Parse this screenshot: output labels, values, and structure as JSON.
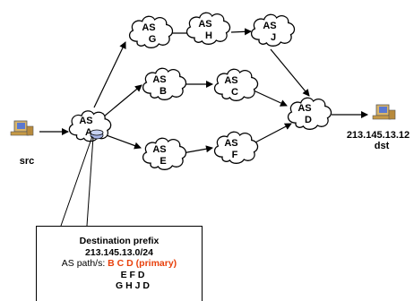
{
  "nodes": {
    "A": {
      "line1": "AS",
      "line2": "A"
    },
    "G": {
      "line1": "AS",
      "line2": "G"
    },
    "H": {
      "line1": "AS",
      "line2": "H"
    },
    "J": {
      "line1": "AS",
      "line2": "J"
    },
    "B": {
      "line1": "AS",
      "line2": "B"
    },
    "C": {
      "line1": "AS",
      "line2": "C"
    },
    "E": {
      "line1": "AS",
      "line2": "E"
    },
    "F": {
      "line1": "AS",
      "line2": "F"
    },
    "D": {
      "line1": "AS",
      "line2": "D"
    }
  },
  "src_label": "src",
  "dst_ip": "213.145.13.12",
  "dst_label": "dst",
  "info": {
    "title": "Destination prefix",
    "prefix": "213.145.13.0/24",
    "paths_label": "AS path/s:",
    "primary_path": "B C D (primary)",
    "path2": "E F D",
    "path3": "G H J D"
  },
  "colors": {
    "primary_accent": "#e8400c",
    "router": "#a6b4e6"
  }
}
